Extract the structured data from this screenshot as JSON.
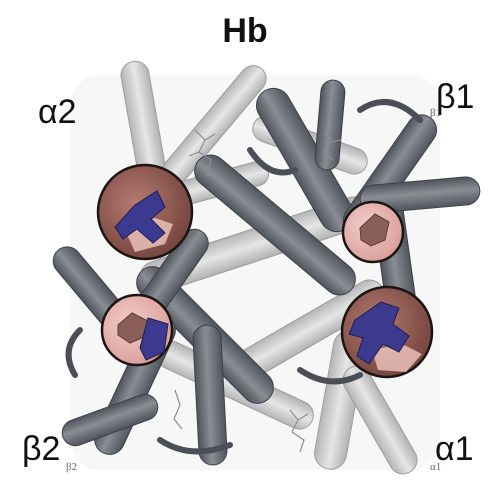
{
  "title": "Hb",
  "labels": {
    "top_left": "α2",
    "top_right": "β1",
    "bottom_left": "β2",
    "bottom_right": "α1"
  },
  "small_labels": {
    "top_right": "β1",
    "bottom_left": "β2",
    "bottom_right": "α1"
  },
  "colors": {
    "dark_helix": "#686b73",
    "light_helix": "#c9c9c9",
    "heme_blue": "#3c3a8e",
    "circle_fill": "#7a4a44",
    "circle_fill_light": "#e9b7b3"
  }
}
